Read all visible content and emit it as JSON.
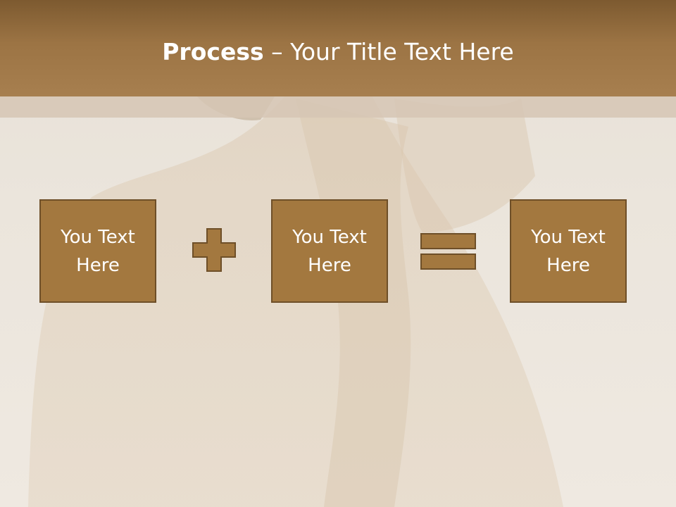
{
  "slide": {
    "title_bold": "Process",
    "title_rest": " – Your Title Text Here",
    "boxes": [
      {
        "text": "You Text Here"
      },
      {
        "text": "You Text Here"
      },
      {
        "text": "You Text Here"
      }
    ],
    "operators": [
      "plus-icon",
      "equals-icon"
    ]
  },
  "colors": {
    "header": "#a77f4f",
    "box_fill": "#a3783f",
    "box_border": "#6e4f28",
    "background": "#ebe5dc"
  }
}
